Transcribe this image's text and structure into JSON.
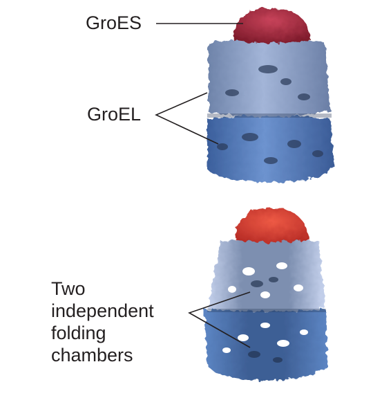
{
  "labels": {
    "groes": "GroES",
    "groel": "GroEL",
    "chambers_lines": [
      "Two",
      "independent",
      "folding",
      "chambers"
    ]
  },
  "colors": {
    "cap": "#a82a3b",
    "cap_cut": "#d8403a",
    "upper_ring": "#8ba0c4",
    "upper_ring_light": "#b6c5e6",
    "lower_ring": "#4f77b6",
    "dark_shadow": "#22324f",
    "leader": "#231f20"
  }
}
